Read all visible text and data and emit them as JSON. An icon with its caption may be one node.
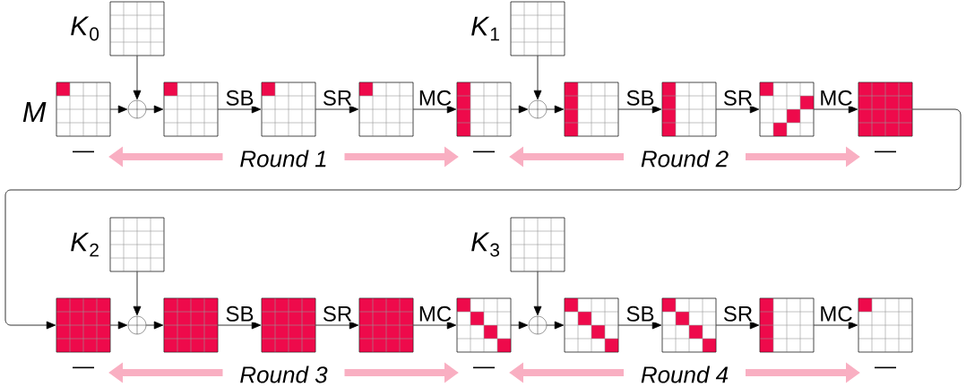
{
  "diagram": {
    "nodes": [
      {
        "text": [],
        "shape": "grid",
        "beside": [
          "*K*$_{0}$"
        ]
      },
      {
        "text": [],
        "shape": "grid",
        "beside": [
          "M",
          "—"
        ]
      },
      {
        "text": [],
        "shape": "circle"
      },
      {
        "text": [],
        "shape": "grid"
      },
      {
        "text": [],
        "shape": "grid"
      },
      {
        "text": [],
        "shape": "grid"
      },
      {
        "text": [],
        "shape": "grid",
        "beside": [
          "—"
        ]
      },
      {
        "text": [],
        "shape": "grid",
        "beside": [
          "*K*$_{1}$"
        ]
      },
      {
        "text": [],
        "shape": "circle"
      },
      {
        "text": [],
        "shape": "grid"
      },
      {
        "text": [],
        "shape": "grid"
      },
      {
        "text": [],
        "shape": "grid"
      },
      {
        "text": [],
        "shape": "grid",
        "beside": [
          "—"
        ]
      },
      {
        "text": [],
        "shape": "grid",
        "beside": [
          "*K*$_{2}$"
        ]
      },
      {
        "text": [],
        "shape": "grid",
        "beside": [
          "—"
        ]
      },
      {
        "text": [],
        "shape": "circle"
      },
      {
        "text": [],
        "shape": "grid"
      },
      {
        "text": [],
        "shape": "grid"
      },
      {
        "text": [],
        "shape": "grid"
      },
      {
        "text": [],
        "shape": "grid",
        "beside": [
          "—"
        ]
      },
      {
        "text": [],
        "shape": "grid",
        "beside": [
          "*K*$_{3}$"
        ]
      },
      {
        "text": [],
        "shape": "circle"
      },
      {
        "text": [],
        "shape": "grid"
      },
      {
        "text": [],
        "shape": "grid"
      },
      {
        "text": [],
        "shape": "grid"
      },
      {
        "text": [],
        "shape": "grid",
        "beside": [
          "—"
        ]
      }
    ],
    "edges": [
      {
        "from": 1,
        "to": 2,
        "arrow": "to"
      },
      {
        "from": 0,
        "to": 2,
        "arrow": "to"
      },
      {
        "from": 2,
        "to": 3,
        "arrow": "to"
      },
      {
        "from": 3,
        "to": 4,
        "arrow": "to",
        "label": "SB"
      },
      {
        "from": 4,
        "to": 5,
        "arrow": "to",
        "label": "SR"
      },
      {
        "from": 5,
        "to": 6,
        "arrow": "to",
        "label": "MC"
      },
      {
        "from": 6,
        "to": 8,
        "arrow": "to"
      },
      {
        "from": 7,
        "to": 8,
        "arrow": "to"
      },
      {
        "from": 8,
        "to": 9,
        "arrow": "to"
      },
      {
        "from": 9,
        "to": 10,
        "arrow": "to",
        "label": "SB"
      },
      {
        "from": 10,
        "to": 11,
        "arrow": "to",
        "label": "SR"
      },
      {
        "from": 11,
        "to": 12,
        "arrow": "to",
        "label": "MC"
      },
      {
        "from": 12,
        "to": 14,
        "arrow": "to"
      },
      {
        "from": 14,
        "to": 15,
        "arrow": "to"
      },
      {
        "from": 13,
        "to": 15,
        "arrow": "to"
      },
      {
        "from": 15,
        "to": 16,
        "arrow": "to"
      },
      {
        "from": 16,
        "to": 17,
        "arrow": "to",
        "label": "SB"
      },
      {
        "from": 17,
        "to": 18,
        "arrow": "to",
        "label": "SR"
      },
      {
        "from": 18,
        "to": 19,
        "arrow": "to",
        "label": "MC"
      },
      {
        "from": 19,
        "to": 21,
        "arrow": "to"
      },
      {
        "from": 20,
        "to": 21,
        "arrow": "to"
      },
      {
        "from": 21,
        "to": 22,
        "arrow": "to"
      },
      {
        "from": 22,
        "to": 23,
        "arrow": "to",
        "label": "SB"
      },
      {
        "from": 23,
        "to": 24,
        "arrow": "to",
        "label": "SR"
      },
      {
        "from": 24,
        "to": 25,
        "arrow": "to",
        "label": "MC"
      }
    ],
    "labels": [
      "*Round 1*",
      "*Round 2*",
      "*Round 3*",
      "*Round 4*"
    ]
  }
}
